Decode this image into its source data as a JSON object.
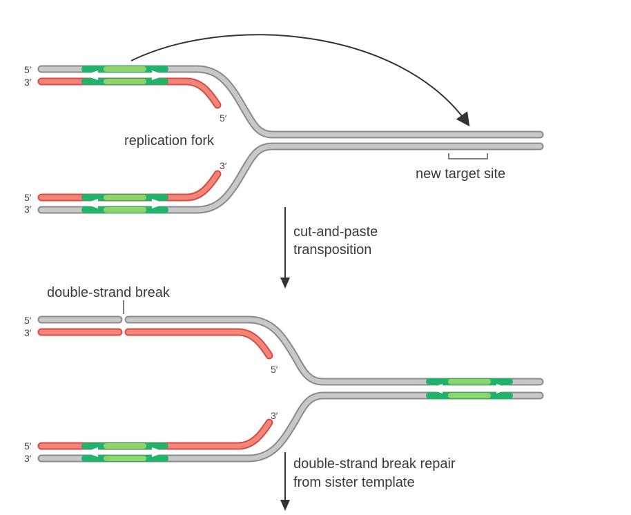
{
  "labels": {
    "replication_fork": "replication fork",
    "new_target_site": "new target site",
    "cut_and_paste": "cut-and-paste",
    "transposition": "transposition",
    "double_strand_break": "double-strand break",
    "repair_line1": "double-strand break repair",
    "repair_line2": "from sister template"
  },
  "end_labels": {
    "five_prime": "5′",
    "three_prime": "3′"
  },
  "colors": {
    "parental_strand": "#c8c8c8",
    "parental_outline": "#8a8a8a",
    "new_strand": "#f0857a",
    "new_outline": "#d94b40",
    "transposon_dark": "#1fb36b",
    "transposon_light": "#8fd36a",
    "arrow": "#333333"
  },
  "icons": {
    "terminal_repeat": "white-arrowhead",
    "process_arrow": "down-arrow",
    "jump_arrow": "curved-arrow"
  }
}
